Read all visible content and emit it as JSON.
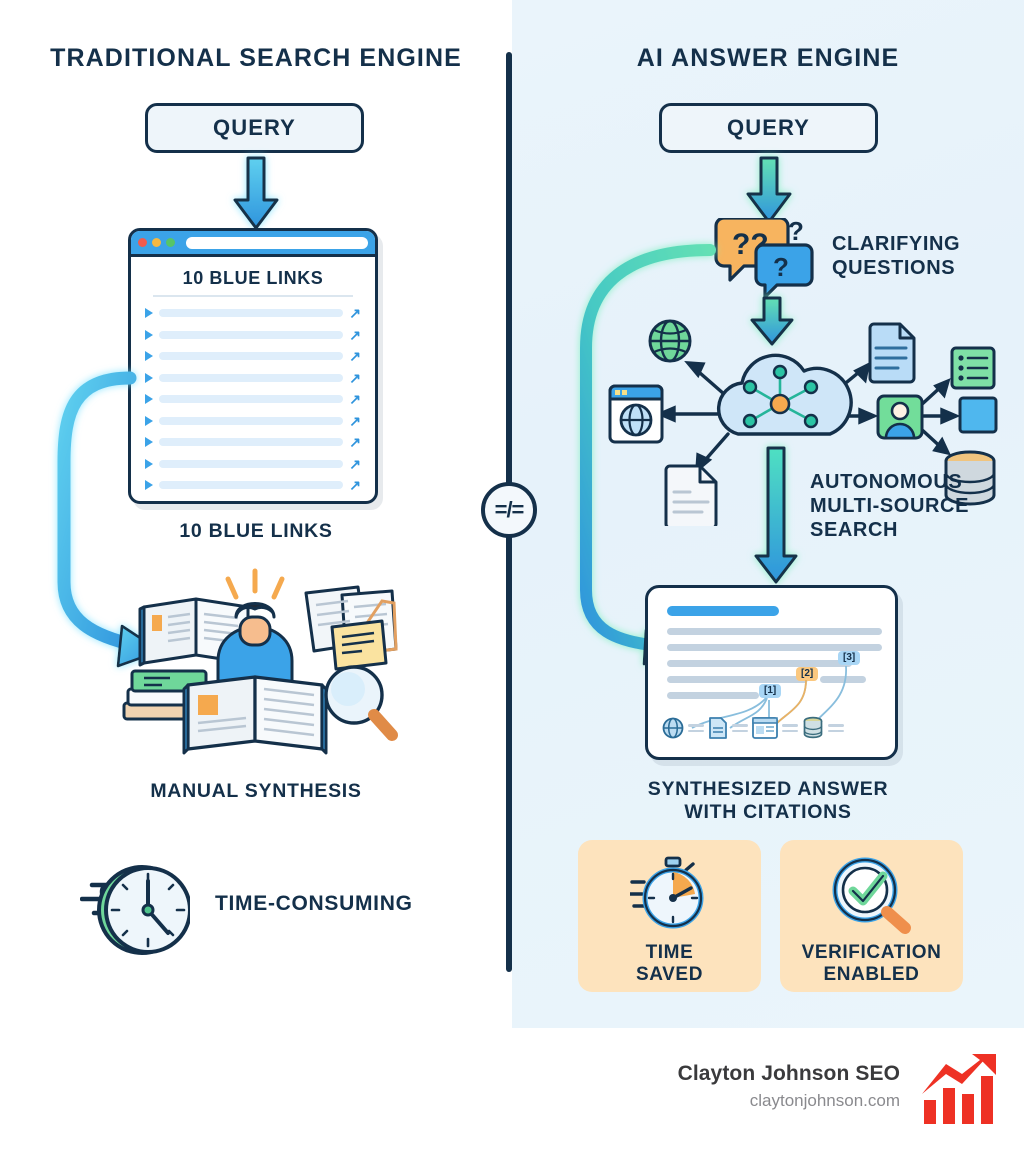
{
  "colors": {
    "ink": "#14304a",
    "blue": "#3ba3e8",
    "green": "#5ed39a",
    "orange": "#f5a94e",
    "peach": "#fde3bd",
    "panel_right_bg": "#e8f3fb",
    "brand_red": "#ee3124"
  },
  "divider": {
    "symbol": "=/=",
    "name": "not-equal-badge"
  },
  "left": {
    "title": "TRADITIONAL SEARCH ENGINE",
    "query_label": "QUERY",
    "browser": {
      "heading": "10 BLUE LINKS",
      "traffic_lights": [
        "#f05b4f",
        "#f5b841",
        "#56c568"
      ],
      "link_fill_percents": [
        100,
        86,
        72,
        62,
        54,
        66,
        78,
        84,
        58
      ],
      "external_icon": "external-link-arrow"
    },
    "browser_caption": "10 BLUE LINKS",
    "synthesis_caption": "MANUAL SYNTHESIS",
    "time_label": "TIME-CONSUMING",
    "scene_icons": [
      "open-book",
      "papers-stack",
      "sticky-note",
      "book-pile",
      "person-reading",
      "magnifier"
    ]
  },
  "right": {
    "title": "AI ANSWER ENGINE",
    "query_label": "QUERY",
    "clarifying_label_line1": "CLARIFYING",
    "clarifying_label_line2": "QUESTIONS",
    "clarifying_bubbles": [
      "??",
      "?"
    ],
    "search_label_line1": "AUTONOMOUS",
    "search_label_line2": "MULTI-SOURCE",
    "search_label_line3": "SEARCH",
    "hub_icon": "cloud-network",
    "source_icons": [
      "globe",
      "browser-window",
      "document",
      "document-blue",
      "list-green",
      "person-card",
      "square-blue",
      "database"
    ],
    "answer": {
      "citations": [
        "[1]",
        "[2]",
        "[3]"
      ],
      "source_icons": [
        "globe",
        "document",
        "browser-page",
        "database"
      ],
      "caption_line1": "SYNTHESIZED ANSWER",
      "caption_line2": "WITH CITATIONS"
    },
    "benefits": [
      {
        "icon": "stopwatch",
        "line1": "TIME",
        "line2": "SAVED"
      },
      {
        "icon": "magnifier-check",
        "line1": "VERIFICATION",
        "line2": "ENABLED"
      }
    ]
  },
  "footer": {
    "brand_name": "Clayton Johnson SEO",
    "brand_url": "claytonjohnson.com",
    "logo_icon": "bar-chart-growth-arrow"
  }
}
